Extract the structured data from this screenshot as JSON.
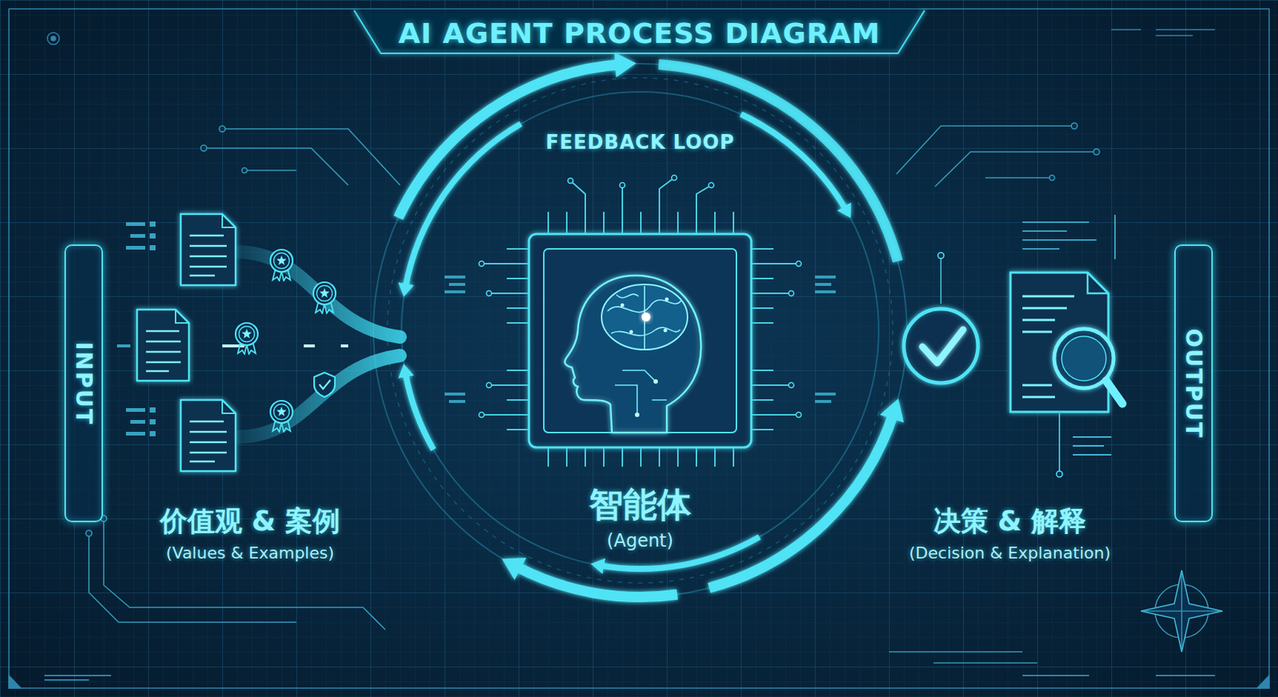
{
  "diagram": {
    "title": "AI AGENT PROCESS DIAGRAM",
    "nodes": [
      {
        "text": [
          "INPUT"
        ]
      },
      {
        "text": [
          "价值观 & 案例",
          "(Values & Examples)"
        ]
      },
      {
        "text": [
          "智能体",
          "(Agent)"
        ]
      },
      {
        "text": [
          "决策 & 解释",
          "(Decision & Explanation)"
        ]
      },
      {
        "text": [
          "OUTPUT"
        ]
      }
    ],
    "edges": [
      {
        "from": 1,
        "to": 2,
        "arrow": "to"
      },
      {
        "from": 2,
        "to": 3,
        "arrow": "to"
      },
      {
        "from": 3,
        "to": 4,
        "arrow": "to"
      }
    ],
    "labels": [
      "FEEDBACK LOOP"
    ]
  }
}
